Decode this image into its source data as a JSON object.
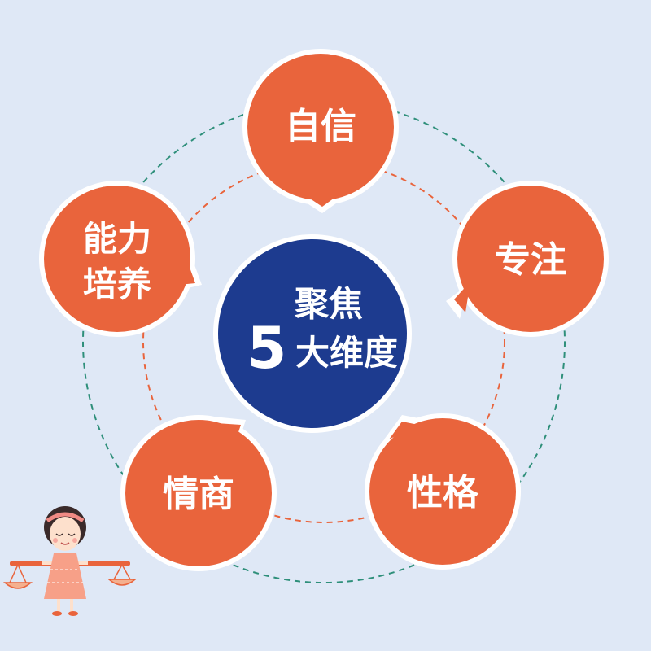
{
  "center": {
    "line1": "聚焦",
    "number": "5",
    "line2": "大维度"
  },
  "nodes": [
    {
      "id": "confidence",
      "lines": [
        "自信"
      ]
    },
    {
      "id": "focus",
      "lines": [
        "专注"
      ]
    },
    {
      "id": "personality",
      "lines": [
        "性格"
      ]
    },
    {
      "id": "eq",
      "lines": [
        "情商"
      ]
    },
    {
      "id": "ability",
      "lines": [
        "能力",
        "培养"
      ]
    }
  ],
  "colors": {
    "background": "#dfe8f6",
    "node_fill": "#e9643c",
    "node_border": "#ffffff",
    "center_fill": "#1d3b8f",
    "outer_ring": "#2e8f7a",
    "inner_ring": "#e9643c"
  },
  "decoration": {
    "figure": "girl-with-balance-scale-illustration"
  }
}
